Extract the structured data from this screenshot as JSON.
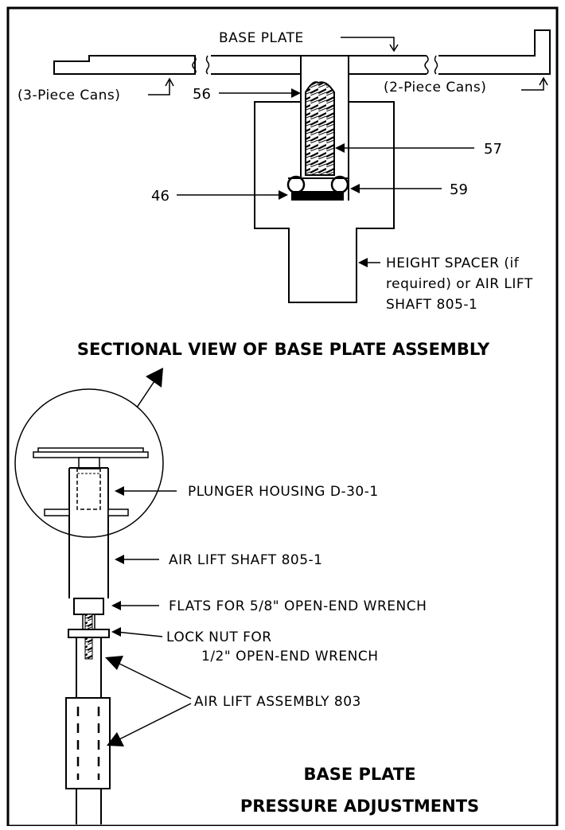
{
  "labels": {
    "base_plate": "BASE PLATE",
    "three_piece": "(3-Piece Cans)",
    "two_piece": "(2-Piece Cans)",
    "n56": "56",
    "n57": "57",
    "n59": "59",
    "n46": "46",
    "height_spacer_1": "HEIGHT SPACER (if",
    "height_spacer_2": "required) or AIR LIFT",
    "height_spacer_3": "SHAFT 805-1",
    "plunger_housing": "PLUNGER HOUSING D-30-1",
    "air_lift_shaft": "AIR LIFT SHAFT 805-1",
    "flats": "FLATS FOR 5/8\" OPEN-END WRENCH",
    "lock_nut_1": "LOCK NUT FOR",
    "lock_nut_2": "1/2\" OPEN-END WRENCH",
    "air_lift_assembly": "AIR LIFT ASSEMBLY 803"
  },
  "titles": {
    "sectional_view": "SECTIONAL VIEW OF BASE PLATE ASSEMBLY",
    "pressure_1": "BASE PLATE",
    "pressure_2": "PRESSURE ADJUSTMENTS"
  }
}
